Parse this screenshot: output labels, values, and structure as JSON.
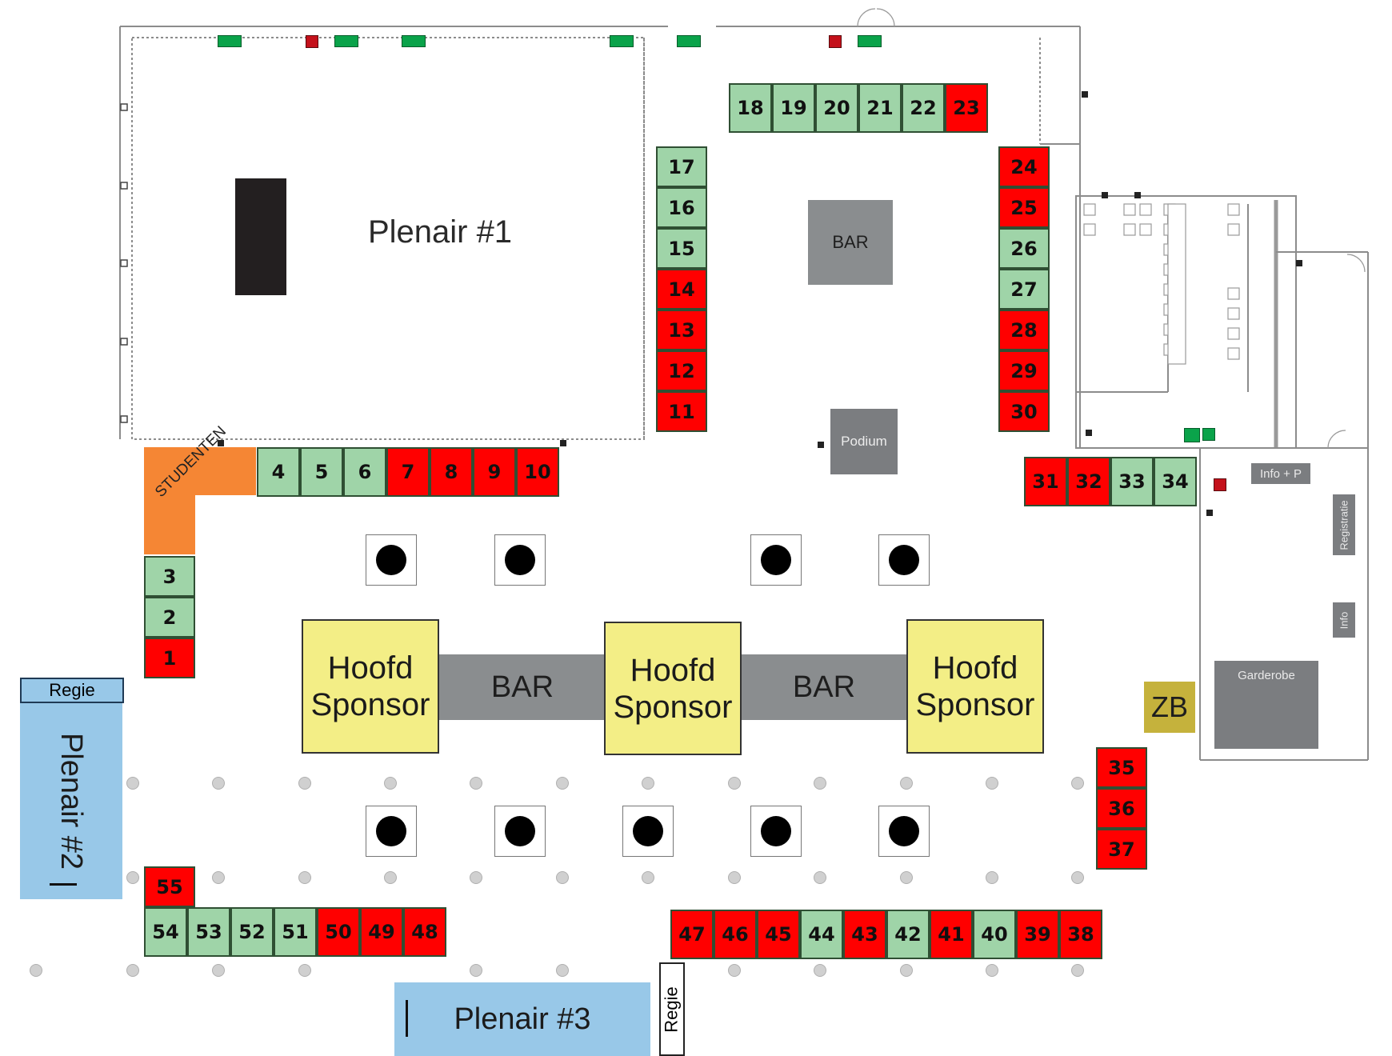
{
  "map": {
    "areas": {
      "plenair1": "Plenair #1",
      "plenair2": "Plenair #2",
      "plenair3": "Plenair #3",
      "bar_top": "BAR",
      "bar_left": "BAR",
      "bar_right": "BAR",
      "podium": "Podium",
      "studenten": "STUDENTEN",
      "zb": "ZB",
      "garderobe": "Garderobe",
      "info_p": "Info + P",
      "registratie": "Registratie",
      "info": "Info",
      "regie_left": "Regie",
      "regie_bottom": "Regie"
    },
    "sponsors": [
      {
        "line1": "Hoofd",
        "line2": "Sponsor"
      },
      {
        "line1": "Hoofd",
        "line2": "Sponsor"
      },
      {
        "line1": "Hoofd",
        "line2": "Sponsor"
      }
    ],
    "colors": {
      "available": "#9fd4a8",
      "taken": "#ff0000",
      "sponsor": "#f3ee86",
      "plenair": "#98c8e8",
      "studenten": "#f58634",
      "bar": "#8a8d8f",
      "zb": "#c5b23c"
    },
    "booths": {
      "b1": {
        "label": "1",
        "status": "taken"
      },
      "b2": {
        "label": "2",
        "status": "available"
      },
      "b3": {
        "label": "3",
        "status": "available"
      },
      "b4": {
        "label": "4",
        "status": "available"
      },
      "b5": {
        "label": "5",
        "status": "available"
      },
      "b6": {
        "label": "6",
        "status": "available"
      },
      "b7": {
        "label": "7",
        "status": "taken"
      },
      "b8": {
        "label": "8",
        "status": "taken"
      },
      "b9": {
        "label": "9",
        "status": "taken"
      },
      "b10": {
        "label": "10",
        "status": "taken"
      },
      "b11": {
        "label": "11",
        "status": "taken"
      },
      "b12": {
        "label": "12",
        "status": "taken"
      },
      "b13": {
        "label": "13",
        "status": "taken"
      },
      "b14": {
        "label": "14",
        "status": "taken"
      },
      "b15": {
        "label": "15",
        "status": "available"
      },
      "b16": {
        "label": "16",
        "status": "available"
      },
      "b17": {
        "label": "17",
        "status": "available"
      },
      "b18": {
        "label": "18",
        "status": "available"
      },
      "b19": {
        "label": "19",
        "status": "available"
      },
      "b20": {
        "label": "20",
        "status": "available"
      },
      "b21": {
        "label": "21",
        "status": "available"
      },
      "b22": {
        "label": "22",
        "status": "available"
      },
      "b23": {
        "label": "23",
        "status": "taken"
      },
      "b24": {
        "label": "24",
        "status": "taken"
      },
      "b25": {
        "label": "25",
        "status": "taken"
      },
      "b26": {
        "label": "26",
        "status": "available"
      },
      "b27": {
        "label": "27",
        "status": "available"
      },
      "b28": {
        "label": "28",
        "status": "taken"
      },
      "b29": {
        "label": "29",
        "status": "taken"
      },
      "b30": {
        "label": "30",
        "status": "taken"
      },
      "b31": {
        "label": "31",
        "status": "taken"
      },
      "b32": {
        "label": "32",
        "status": "taken"
      },
      "b33": {
        "label": "33",
        "status": "available"
      },
      "b34": {
        "label": "34",
        "status": "available"
      },
      "b35": {
        "label": "35",
        "status": "taken"
      },
      "b36": {
        "label": "36",
        "status": "taken"
      },
      "b37": {
        "label": "37",
        "status": "taken"
      },
      "b38": {
        "label": "38",
        "status": "taken"
      },
      "b39": {
        "label": "39",
        "status": "taken"
      },
      "b40": {
        "label": "40",
        "status": "available"
      },
      "b41": {
        "label": "41",
        "status": "taken"
      },
      "b42": {
        "label": "42",
        "status": "available"
      },
      "b43": {
        "label": "43",
        "status": "taken"
      },
      "b44": {
        "label": "44",
        "status": "available"
      },
      "b45": {
        "label": "45",
        "status": "taken"
      },
      "b46": {
        "label": "46",
        "status": "taken"
      },
      "b47": {
        "label": "47",
        "status": "taken"
      },
      "b48": {
        "label": "48",
        "status": "taken"
      },
      "b49": {
        "label": "49",
        "status": "taken"
      },
      "b50": {
        "label": "50",
        "status": "taken"
      },
      "b51": {
        "label": "51",
        "status": "available"
      },
      "b52": {
        "label": "52",
        "status": "available"
      },
      "b53": {
        "label": "53",
        "status": "available"
      },
      "b54": {
        "label": "54",
        "status": "available"
      },
      "b55": {
        "label": "55",
        "status": "taken"
      }
    }
  }
}
